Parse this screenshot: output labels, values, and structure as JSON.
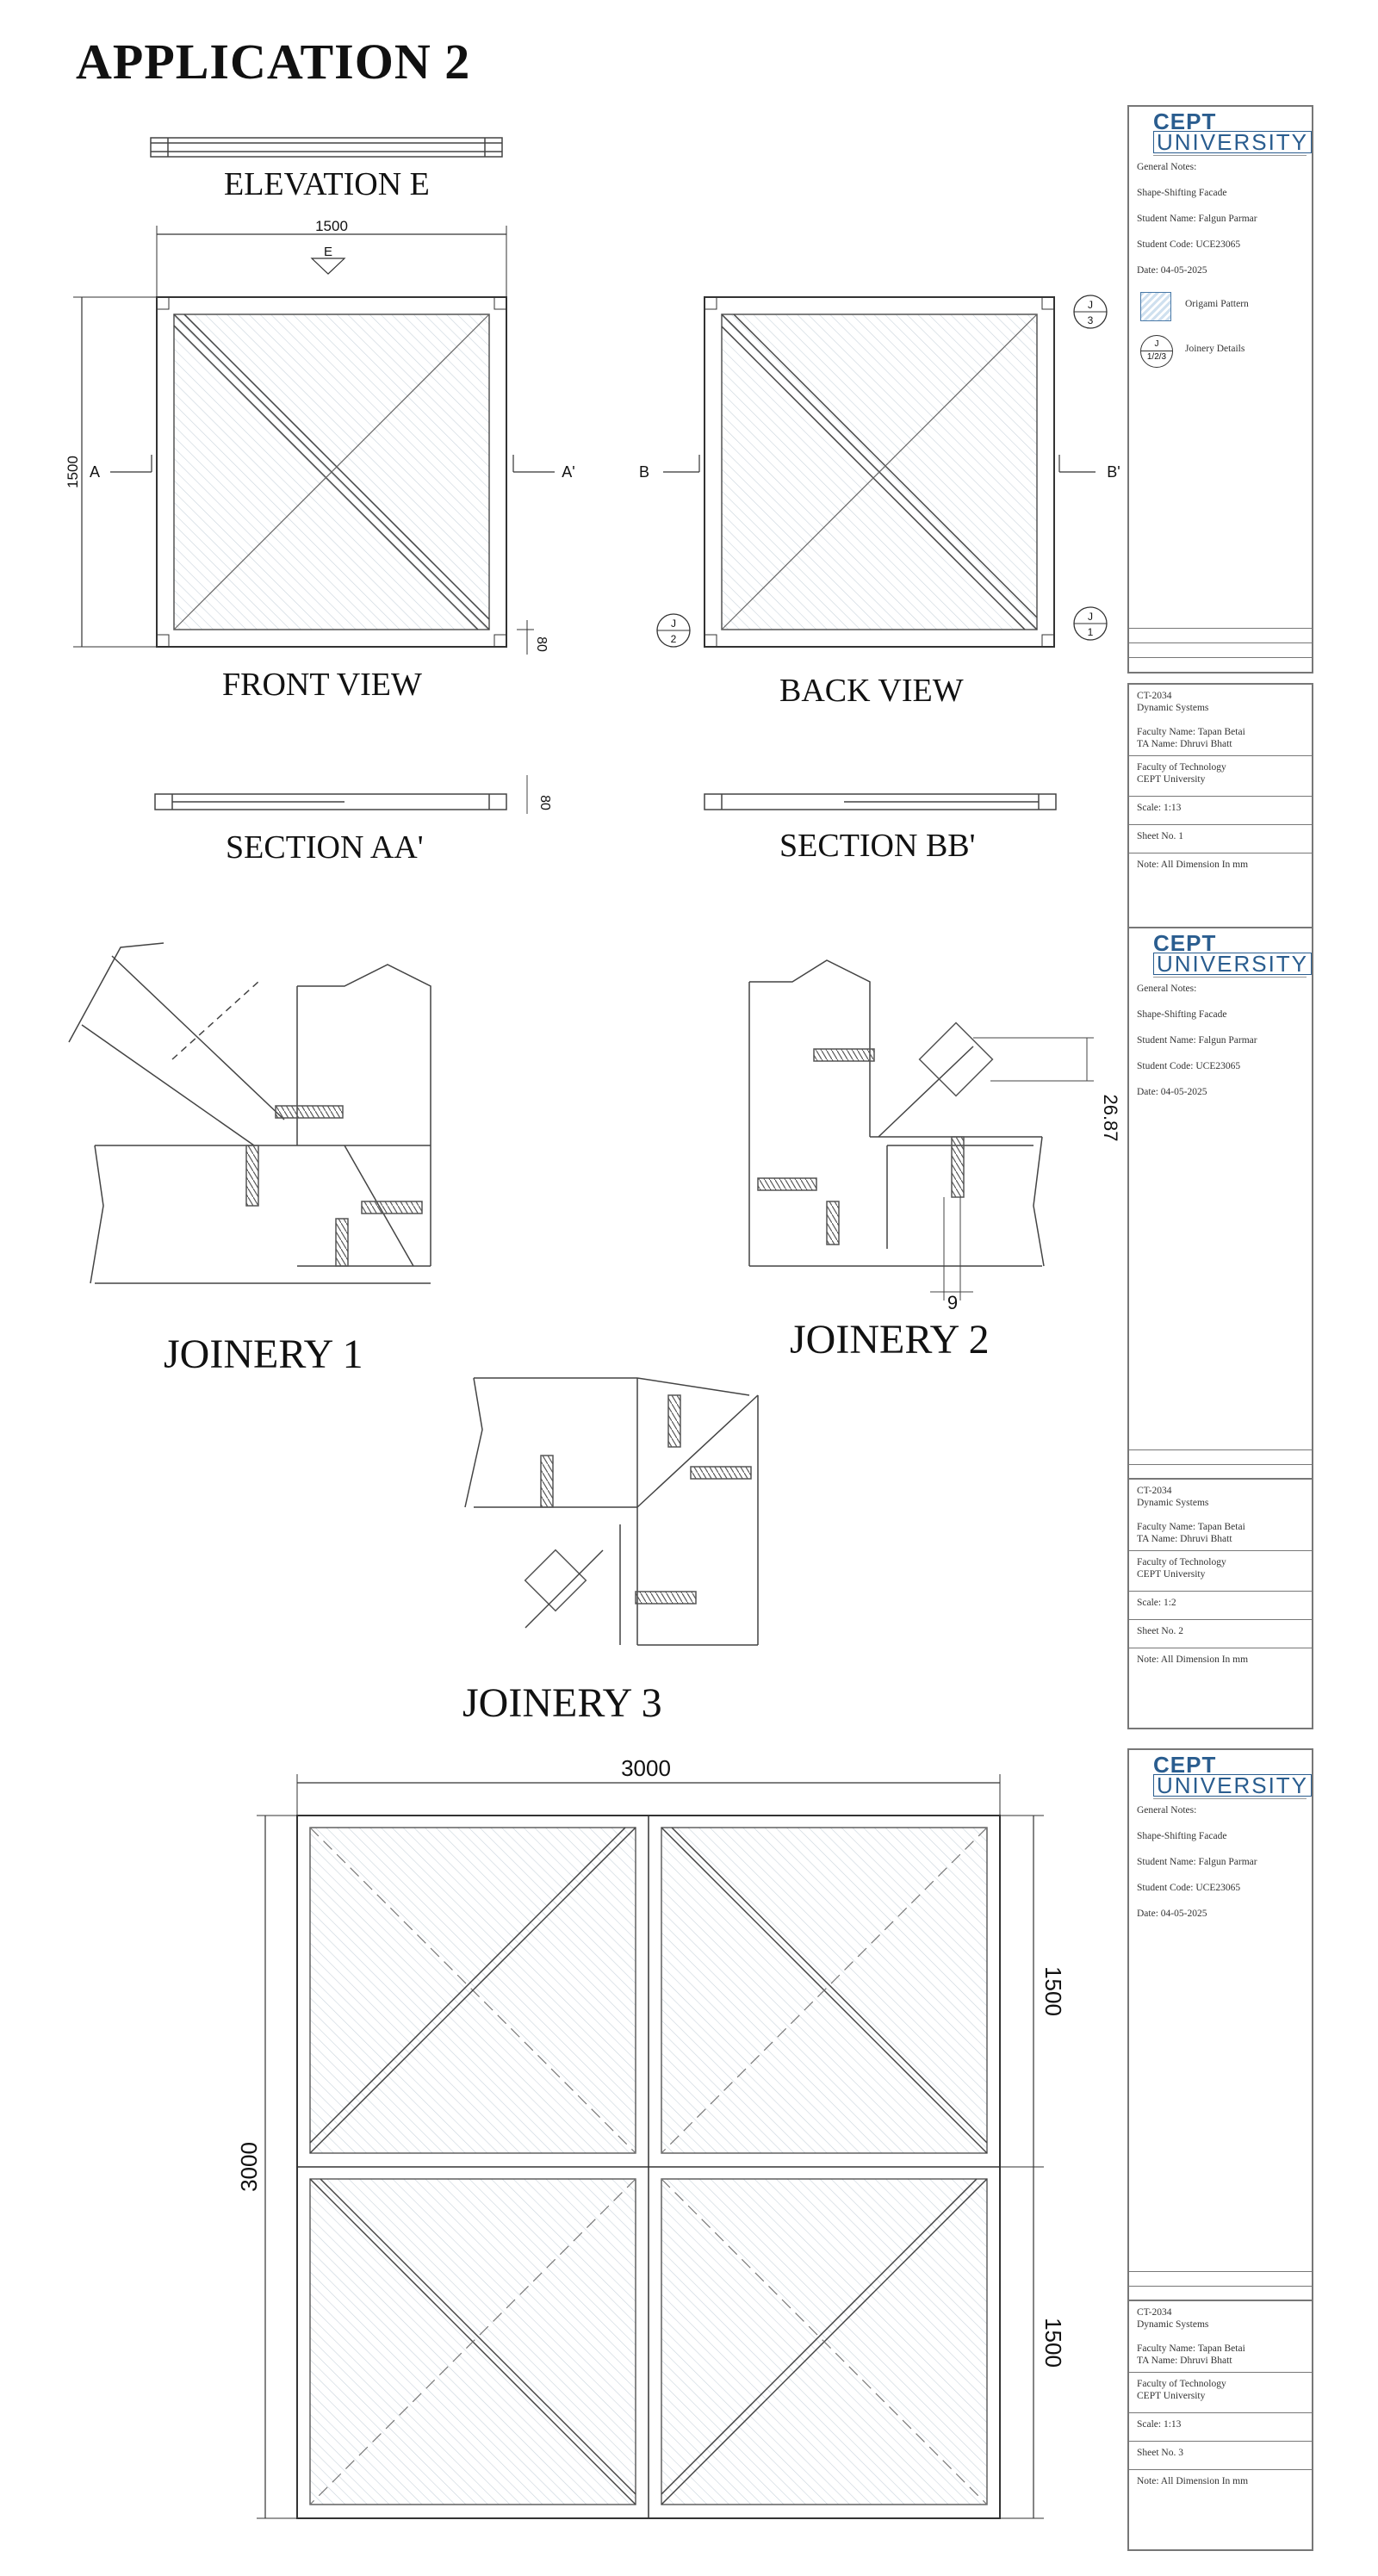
{
  "page_title": "APPLICATION 2",
  "views": {
    "elevation_e": "ELEVATION E",
    "front_view": "FRONT VIEW",
    "back_view": "BACK VIEW",
    "section_aa": "SECTION AA'",
    "section_bb": "SECTION BB'",
    "joinery_1": "JOINERY 1",
    "joinery_2": "JOINERY 2",
    "joinery_3": "JOINERY 3"
  },
  "markers": {
    "e": "E",
    "a": "A",
    "a_prime": "A'",
    "b": "B",
    "b_prime": "B'",
    "j_top": "J",
    "j_three": "3",
    "j_two": "2",
    "j_one": "1"
  },
  "dimensions": {
    "width_1500": "1500",
    "height_1500": "1500",
    "thk_80": "80",
    "sec_80": "80",
    "d_26_87": "26.87",
    "d_9": "9",
    "total_3000_w": "3000",
    "total_3000_h": "3000",
    "half_1500_a": "1500",
    "half_1500_b": "1500"
  },
  "title_blocks": [
    {
      "logo_top": "CEPT",
      "logo_bottom": "UNIVERSITY",
      "general_notes": "General Notes:",
      "project": "Shape-Shifting Facade",
      "student_name": "Student Name: Falgun Parmar",
      "student_code": "Student Code: UCE23065",
      "date": "Date: 04-05-2025",
      "legend_pattern": "Origami Pattern",
      "legend_joinery": "Joinery Details",
      "legend_j": "J",
      "legend_j_num": "1/2/3",
      "course_code": "CT-2034",
      "course_name": "Dynamic Systems",
      "faculty": "Faculty Name: Tapan Betai",
      "ta": "TA Name: Dhruvi Bhatt",
      "faculty_of": "Faculty of Technology",
      "university": "CEPT University",
      "scale": "Scale: 1:13",
      "sheet": "Sheet No. 1",
      "note": "Note: All Dimension In mm"
    },
    {
      "logo_top": "CEPT",
      "logo_bottom": "UNIVERSITY",
      "general_notes": "General Notes:",
      "project": "Shape-Shifting Facade",
      "student_name": "Student Name: Falgun Parmar",
      "student_code": "Student Code: UCE23065",
      "date": "Date: 04-05-2025",
      "course_code": "CT-2034",
      "course_name": "Dynamic Systems",
      "faculty": "Faculty Name: Tapan Betai",
      "ta": "TA Name: Dhruvi Bhatt",
      "faculty_of": "Faculty of Technology",
      "university": "CEPT University",
      "scale": "Scale: 1:2",
      "sheet": "Sheet No. 2",
      "note": "Note: All Dimension In mm"
    },
    {
      "logo_top": "CEPT",
      "logo_bottom": "UNIVERSITY",
      "general_notes": "General Notes:",
      "project": "Shape-Shifting Facade",
      "student_name": "Student Name: Falgun Parmar",
      "student_code": "Student Code: UCE23065",
      "date": "Date: 04-05-2025",
      "course_code": "CT-2034",
      "course_name": "Dynamic Systems",
      "faculty": "Faculty Name: Tapan Betai",
      "ta": "TA Name: Dhruvi Bhatt",
      "faculty_of": "Faculty of Technology",
      "university": "CEPT University",
      "scale": "Scale: 1:13",
      "sheet": "Sheet No. 3",
      "note": "Note: All Dimension In mm"
    }
  ],
  "colors": {
    "line": "#333333",
    "hatch": "#c9d3dc",
    "logo": "#2a5d8f",
    "border": "#777777"
  }
}
